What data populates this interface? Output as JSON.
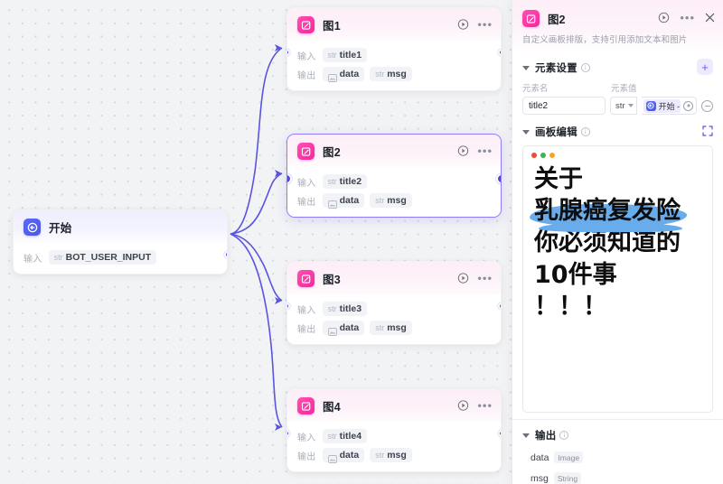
{
  "canvas": {
    "start_node": {
      "title": "开始",
      "icon": "start-flow-icon",
      "input_label": "输入",
      "input_type": "str",
      "input_name": "BOT_USER_INPUT"
    },
    "image_nodes": [
      {
        "title": "图1",
        "icon": "image-edit-icon",
        "input_label": "输入",
        "input_type": "str",
        "input_name": "title1",
        "output_label": "输出",
        "out1_type": "img",
        "out1_name": "data",
        "out2_type": "str",
        "out2_name": "msg",
        "selected": false
      },
      {
        "title": "图2",
        "icon": "image-edit-icon",
        "input_label": "输入",
        "input_type": "str",
        "input_name": "title2",
        "output_label": "输出",
        "out1_type": "img",
        "out1_name": "data",
        "out2_type": "str",
        "out2_name": "msg",
        "selected": true
      },
      {
        "title": "图3",
        "icon": "image-edit-icon",
        "input_label": "输入",
        "input_type": "str",
        "input_name": "title3",
        "output_label": "输出",
        "out1_type": "img",
        "out1_name": "data",
        "out2_type": "str",
        "out2_name": "msg",
        "selected": false
      },
      {
        "title": "图4",
        "icon": "image-edit-icon",
        "input_label": "输入",
        "input_type": "str",
        "input_name": "title4",
        "output_label": "输出",
        "out1_type": "img",
        "out1_name": "data",
        "out2_type": "str",
        "out2_name": "msg",
        "selected": false
      }
    ],
    "edge_color": "#5b54e0"
  },
  "panel": {
    "title": "图2",
    "icon": "image-edit-icon",
    "run_icon": "play-circle-icon",
    "more_icon": "ellipsis-icon",
    "close_icon": "close-icon",
    "description": "自定义画板排版，支持引用添加文本和图片",
    "element_settings": {
      "title": "元素设置",
      "add_label": "+",
      "col_name_label": "元素名",
      "col_value_label": "元素值",
      "name_value": "title2",
      "type_value": "str",
      "ref_chip_text": "开始 - BOT_...",
      "ref_chip_icon": "start-flow-icon",
      "remove_chip_icon": "close-icon",
      "settings_icon": "target-circle-icon",
      "delete_row_icon": "minus-circle-icon"
    },
    "canvas_editor": {
      "title": "画板编辑",
      "expand_icon": "fullscreen-icon",
      "window_dots": [
        "#ef4b39",
        "#3eb34f",
        "#f5a623"
      ],
      "lines": [
        {
          "text": "关于",
          "highlight": false
        },
        {
          "text": "乳腺癌复发险",
          "highlight": true
        },
        {
          "text": "你必须知道的",
          "highlight": false
        },
        {
          "text": "10件事",
          "highlight": false
        },
        {
          "text": "！！！",
          "highlight": false
        }
      ],
      "highlight_color": "#69aceb"
    },
    "output": {
      "title": "输出",
      "fields": [
        {
          "name": "data",
          "type": "Image"
        },
        {
          "name": "msg",
          "type": "String"
        }
      ]
    }
  }
}
